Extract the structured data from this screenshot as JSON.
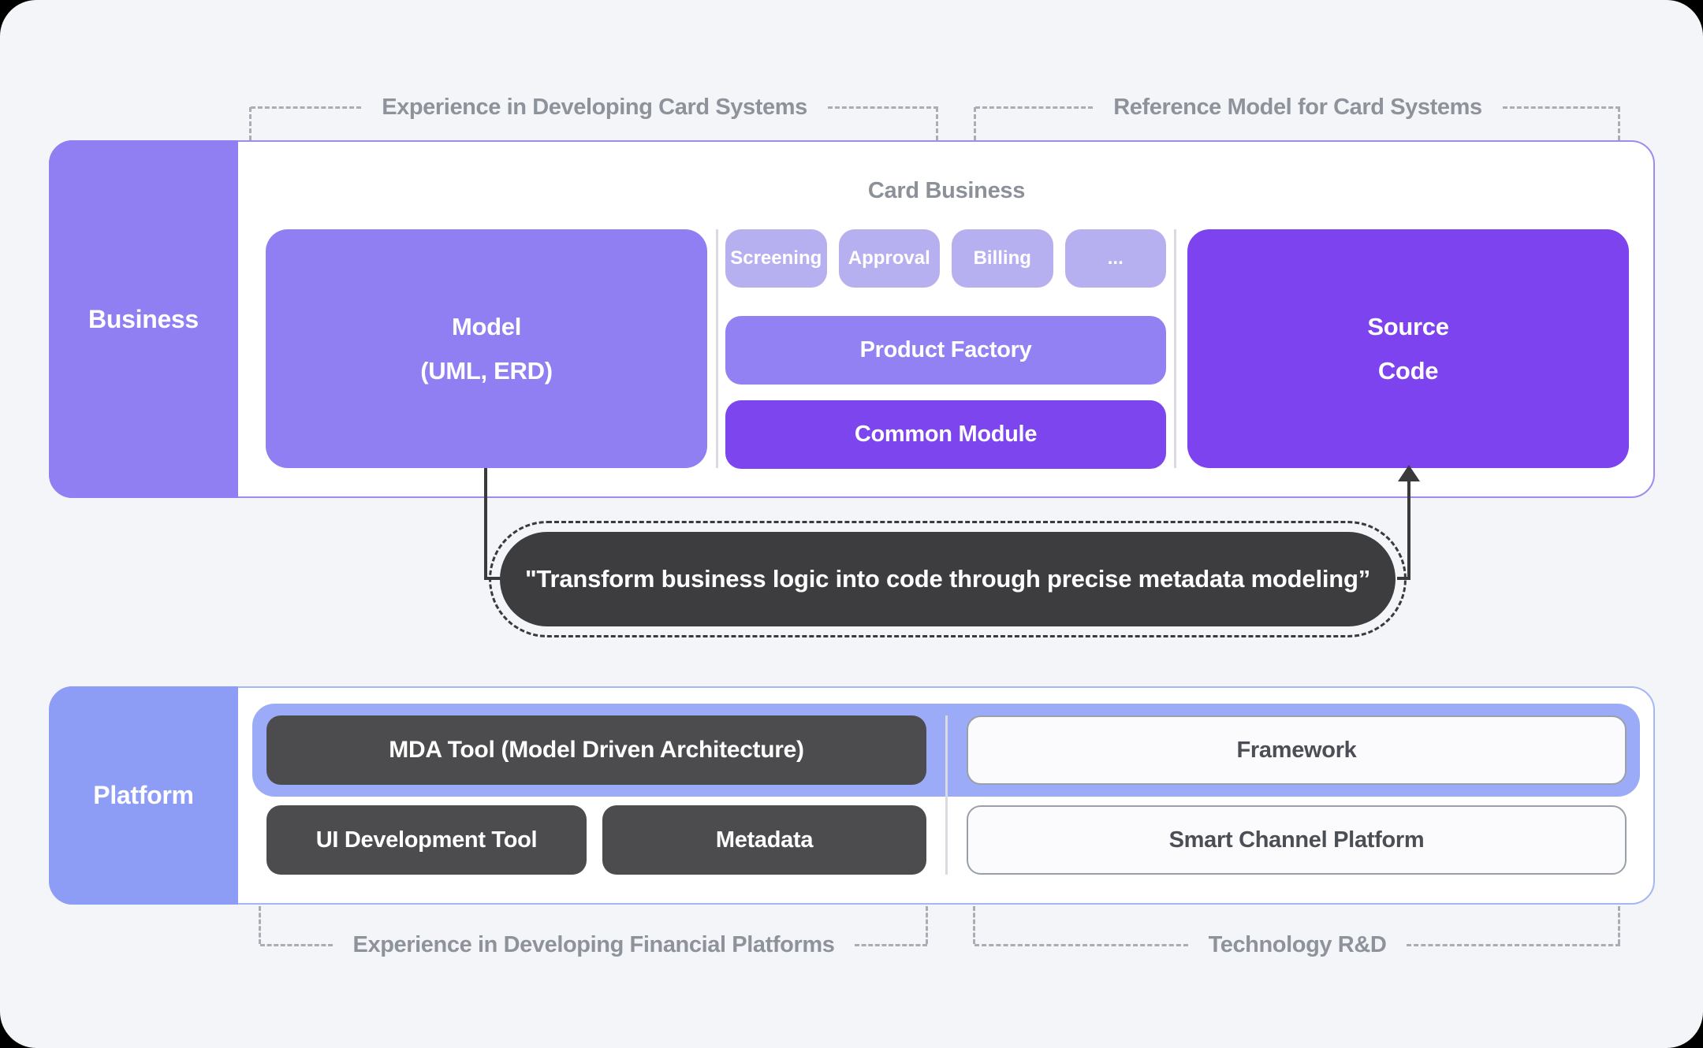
{
  "colors": {
    "background": "#f4f5f8",
    "purple_mid": "#8f7ff2",
    "purple_light_chip": "#b6aff0",
    "purple_vivid": "#7c45ee",
    "platform_label_blue": "#8d9cf5",
    "platform_band_blue": "#9babf8",
    "dark_block": "#4c4c4f",
    "quote_pill": "#3d3d40",
    "bracket_text_gray": "#8d929b"
  },
  "business": {
    "top_labels": [
      {
        "text": "Experience in Developing Card Systems"
      },
      {
        "text": "Reference Model for Card Systems"
      }
    ],
    "row_label": "Business",
    "container_title": "Card Business",
    "model": {
      "line1": "Model",
      "line2": "(UML, ERD)"
    },
    "chips": [
      "Screening",
      "Approval",
      "Billing",
      "..."
    ],
    "product_factory": "Product Factory",
    "common_module": "Common Module",
    "source": {
      "line1": "Source",
      "line2": "Code"
    }
  },
  "quote": {
    "text": "\"Transform business logic into code through precise metadata modeling”"
  },
  "platform": {
    "row_label": "Platform",
    "mda_tool": "MDA Tool (Model Driven Architecture)",
    "framework": "Framework",
    "ui_dev_tool": "UI Development Tool",
    "metadata": "Metadata",
    "smart_channel": "Smart Channel Platform",
    "bottom_labels": [
      {
        "text": "Experience in Developing Financial Platforms"
      },
      {
        "text": "Technology R&D"
      }
    ]
  }
}
